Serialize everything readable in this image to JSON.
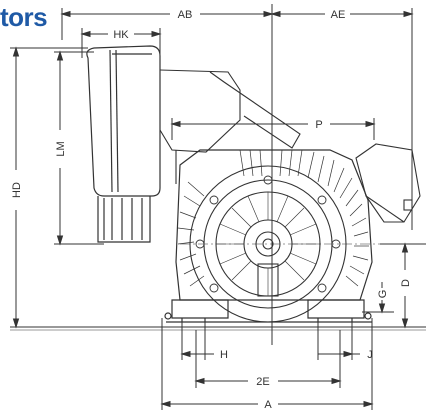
{
  "header": {
    "title": "tors"
  },
  "dimensions": {
    "AB": "AB",
    "AE": "AE",
    "HK": "HK",
    "P": "P",
    "LM": "LM",
    "HD": "HD",
    "D": "D",
    "G": "G",
    "H": "H",
    "J": "J",
    "twoE": "2E",
    "A": "A"
  },
  "colors": {
    "title": "#1f5aa6",
    "line": "#333333"
  }
}
